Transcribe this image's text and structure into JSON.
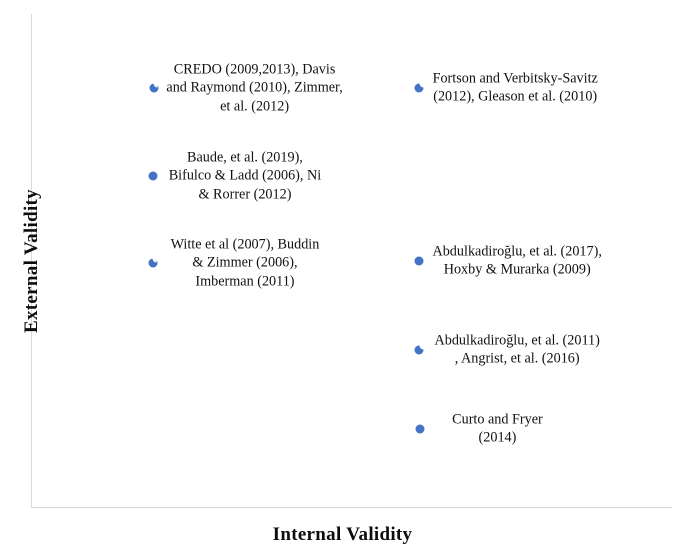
{
  "chart_data": {
    "type": "scatter",
    "title": "",
    "xlabel": "Internal Validity",
    "ylabel": "External Validity",
    "xlim": [
      0,
      100
    ],
    "ylim": [
      0,
      100
    ],
    "grid": false,
    "legend": "none",
    "marker_color": "#4472C4",
    "axis_color": "#D9D9D9",
    "points": [
      {
        "label": "CREDO (2009,2013), Davis and Raymond (2010), Zimmer, et al. (2012)",
        "x": 19,
        "y": 85,
        "label_width": 178,
        "marker_style": "notched"
      },
      {
        "label": "Fortson and Verbitsky-Savitz (2012), Gleason et al. (2010)",
        "x": 60.5,
        "y": 85,
        "label_width": 168,
        "marker_style": "notched"
      },
      {
        "label": "Baude, et al. (2019), Bifulco & Ladd (2006), Ni & Rorrer (2012)",
        "x": 18.9,
        "y": 67.2,
        "label_width": 160,
        "marker_style": "solid"
      },
      {
        "label": "Witte et al (2007), Buddin & Zimmer (2006), Imberman (2011)",
        "x": 18.9,
        "y": 49.5,
        "label_width": 160,
        "marker_style": "notched"
      },
      {
        "label": "Abdulkadiroğlu,  et al. (2017), Hoxby & Murarka (2009)",
        "x": 60.5,
        "y": 49.9,
        "label_width": 172,
        "marker_style": "solid"
      },
      {
        "label": "Abdulkadiroğlu,  et al. (2011) , Angrist, et al. (2016)",
        "x": 60.5,
        "y": 31.9,
        "label_width": 172,
        "marker_style": "notched"
      },
      {
        "label": "Curto and Fryer (2014)",
        "x": 60.7,
        "y": 15.9,
        "label_width": 130,
        "marker_style": "solid"
      }
    ]
  }
}
